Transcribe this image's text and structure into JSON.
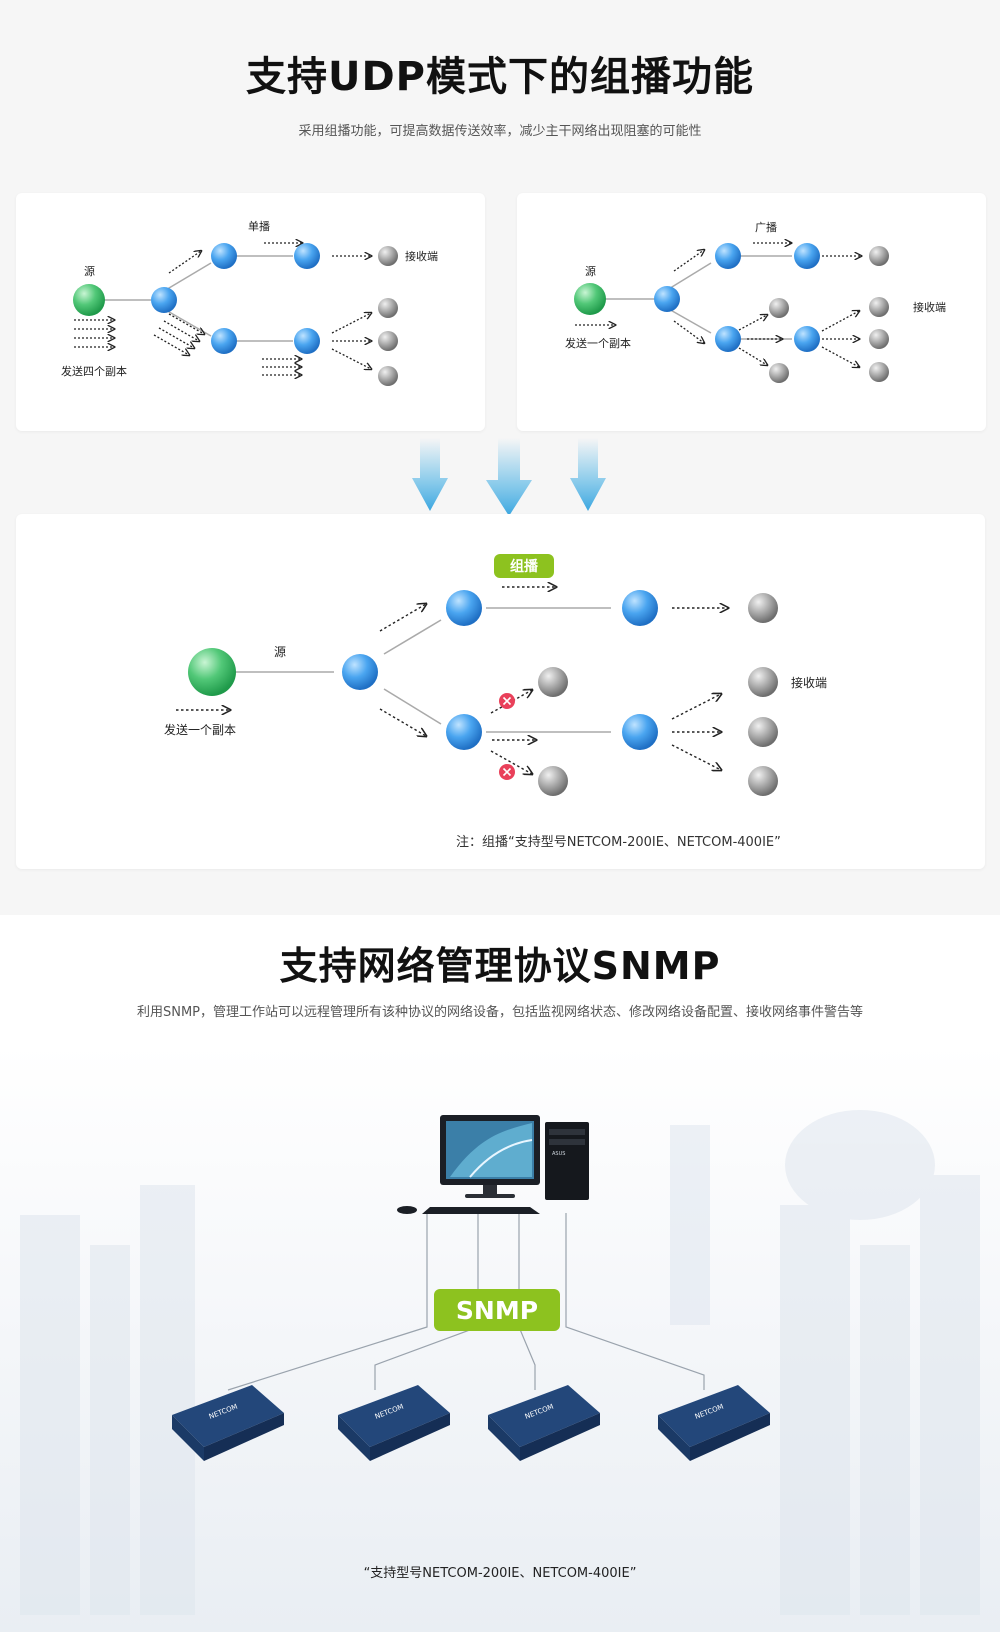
{
  "udp": {
    "title": "支持UDP模式下的组播功能",
    "subtitle": "采用组播功能，可提高数据传送效率，减少主干网络出现阻塞的可能性",
    "unicast": {
      "source": "源",
      "mode": "单播",
      "receiver": "接收端",
      "copies": "发送四个副本"
    },
    "broadcast": {
      "source": "源",
      "mode": "广播",
      "receiver": "接收端",
      "copies": "发送一个副本"
    },
    "multicast": {
      "badge": "组播",
      "source": "源",
      "receiver": "接收端",
      "copies": "发送一个副本",
      "note": "注：组播“支持型号NETCOM-200IE、NETCOM-400IE”"
    }
  },
  "snmp": {
    "title": "支持网络管理协议SNMP",
    "subtitle": "利用SNMP，管理工作站可以远程管理所有该种协议的网络设备，包括监视网络状态、修改网络设备配置、接收网络事件警告等",
    "badge": "SNMP",
    "note": "“支持型号NETCOM-200IE、NETCOM-400IE”",
    "device_label": "NETCOM",
    "monitor_brand": "ASUS"
  },
  "colors": {
    "green": "#8dc21f",
    "blue": "#3d9be9",
    "arrow": "#5bb8e6"
  }
}
